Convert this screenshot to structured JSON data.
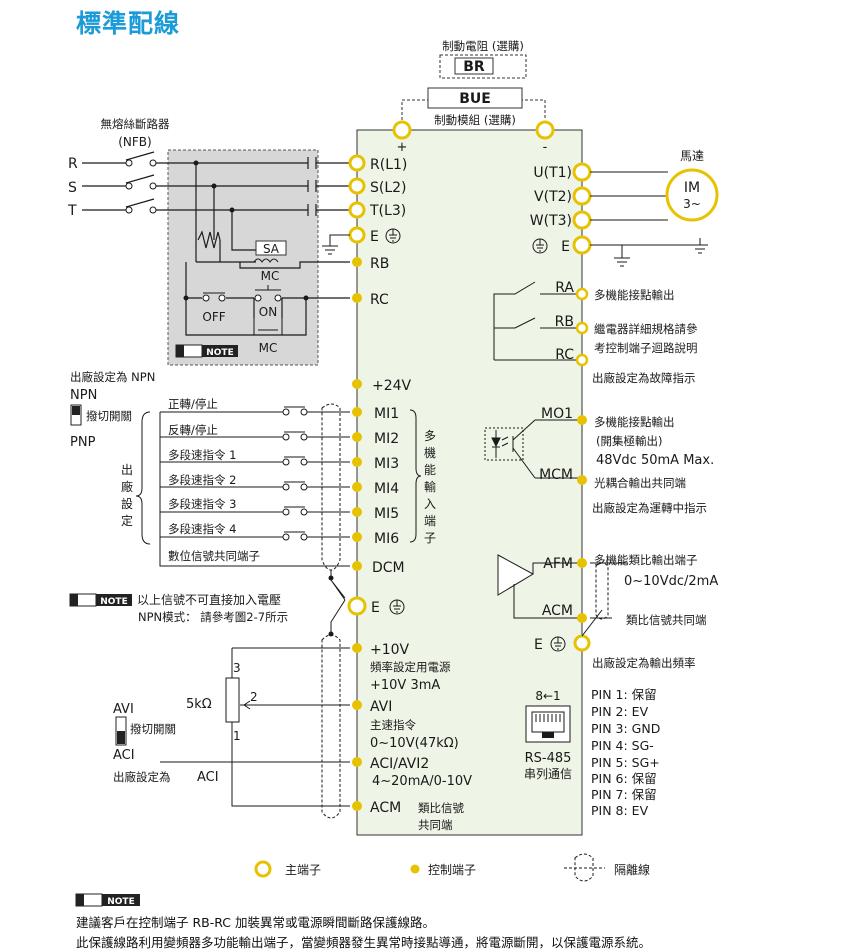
{
  "title": "標準配線",
  "brake": {
    "resistor_caption": "制動電阻 (選購)",
    "resistor_label": "BR",
    "unit_label": "BUE",
    "unit_caption": "制動模組  (選購)",
    "plus": "+",
    "minus": "-"
  },
  "nfb": {
    "caption": "無熔絲斷路器",
    "abbr": "(NFB)",
    "phases": [
      "R",
      "S",
      "T"
    ]
  },
  "power_terminals": {
    "inputs": [
      "R(L1)",
      "S(L2)",
      "T(L3)",
      "E"
    ],
    "outputs": [
      "U(T1)",
      "V(T2)",
      "W(T3)",
      "E"
    ]
  },
  "motor": {
    "caption": "馬達",
    "label": "IM",
    "sub": "3~"
  },
  "contactor": {
    "sa": "SA",
    "mc": "MC",
    "off": "OFF",
    "on": "ON",
    "mc2": "MC",
    "note_badge": "NOTE",
    "rb": "RB",
    "rc": "RC"
  },
  "relay": {
    "ra": "RA",
    "rb": "RB",
    "rc": "RC",
    "ra_desc": "多機能接點輸出",
    "rb_desc1": "繼電器詳細規格請參",
    "rb_desc2": "考控制端子迴路說明",
    "default": "出廠設定為故障指示"
  },
  "digital_inputs": {
    "default_npn": "出廠設定為 NPN",
    "npn": "NPN",
    "switch": "撥切開關",
    "pnp": "PNP",
    "group_label": [
      "出",
      "廠",
      "設",
      "定"
    ],
    "functions": [
      "正轉/停止",
      "反轉/停止",
      "多段速指令   1",
      "多段速指令   2",
      "多段速指令   3",
      "多段速指令   4"
    ],
    "common_label": "數位信號共同端子",
    "p24v": "+24V",
    "terminals": [
      "MI1",
      "MI2",
      "MI3",
      "MI4",
      "MI5",
      "MI6"
    ],
    "dcm": "DCM",
    "vertical_label": [
      "多",
      "機",
      "能",
      "輸",
      "入",
      "端",
      "子"
    ]
  },
  "input_note": {
    "badge": "NOTE",
    "line1": "以上信號不可直接加入電壓",
    "line2": "NPN模式：  請參考圖2-7所示"
  },
  "ground_e": "E",
  "photocoupler": {
    "mo1": "MO1",
    "mcm": "MCM",
    "desc1": "多機能接點輸出",
    "desc2": "(開集極輸出)",
    "desc3": "48Vdc 50mA Max.",
    "mcm_desc": "光耦合輸出共同端",
    "default": "出廠設定為運轉中指示"
  },
  "analog_out": {
    "afm": "AFM",
    "acm": "ACM",
    "afm_desc": "多機能類比輸出端子",
    "range": "0~10Vdc/2mA",
    "acm_desc": "類比信號共同端",
    "e": "E",
    "default": "出廠設定為輸出頻率"
  },
  "analog_in": {
    "p10v": "+10V",
    "p10v_desc1": "頻率設定用電源",
    "p10v_desc2": "+10V 3mA",
    "avi": "AVI",
    "avi_desc1": "主速指令",
    "avi_desc2": "0~10V(47kΩ)",
    "aci": "ACI/AVI2",
    "aci_desc": "4~20mA/0-10V",
    "acm": "ACM",
    "acm_desc1": "類比信號",
    "acm_desc2": "共同端",
    "pot_label": "5kΩ",
    "pot_pins": [
      "3",
      "2",
      "1"
    ],
    "sw_avi": "AVI",
    "sw_label": "撥切開關",
    "sw_aci": "ACI",
    "sw_default": "出廠設定為",
    "sw_default_val": "ACI"
  },
  "rs485": {
    "pins_hdr": "8←1",
    "label1": "RS-485",
    "label2": "串列通信",
    "pins": [
      "PIN 1: 保留",
      "PIN 2: EV",
      "PIN 3: GND",
      "PIN 4: SG-",
      "PIN 5: SG+",
      "PIN 6: 保留",
      "PIN 7: 保留",
      "PIN 8: EV"
    ]
  },
  "legend": {
    "main": "主端子",
    "control": "控制端子",
    "shield": "隔離線"
  },
  "bottom_note": {
    "badge": "NOTE",
    "line1": "建議客戶在控制端子 RB-RC 加裝異常或電源瞬間斷路保護線路。",
    "line2": "此保護線路利用變頻器多功能輸出端子，當變頻器發生異常時接點導通，將電源斷開，以保護電源系統。"
  },
  "colors": {
    "title": "#1b9bd7",
    "panel": "#eef4e6",
    "terminal": "#e6c200",
    "contactor_box": "#d7d7d7",
    "line": "#1a1a1a"
  }
}
